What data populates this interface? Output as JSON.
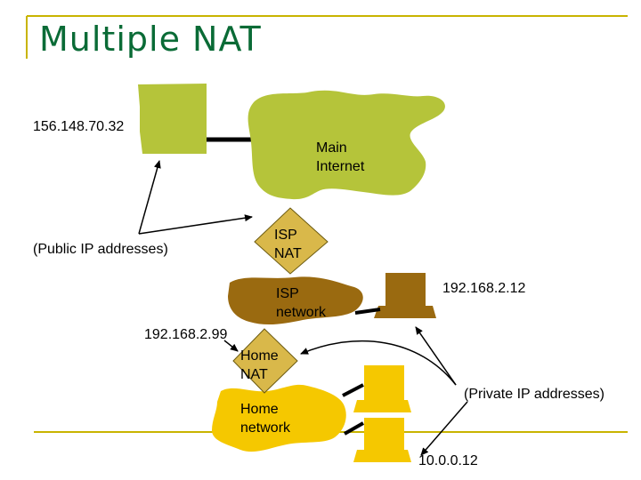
{
  "slide": {
    "title": "Multiple NAT",
    "colors": {
      "title": "#0a6b36",
      "frame": "#c8b400",
      "internet_cloud": "#b5c43a",
      "isp_cloud": "#9a6a10",
      "home_cloud": "#f5c800",
      "nat_diamond": "#d9b84a",
      "isp_host": "#9a6a10",
      "home_host": "#f5c800"
    },
    "labels": {
      "public_host_ip": "156.148.70.32",
      "main_internet": "Main\nInternet",
      "public_ip_addresses": "(Public IP addresses)",
      "isp_nat": "ISP\nNAT",
      "isp_network": "ISP\nnetwork",
      "isp_host_ip": "192.168.2.12",
      "home_nat_ip": "192.168.2.99",
      "home_nat": "Home\nNAT",
      "private_ip_addresses": "(Private IP addresses)",
      "home_network": "Home\nnetwork",
      "home_host_ip": "10.0.0.12"
    }
  }
}
